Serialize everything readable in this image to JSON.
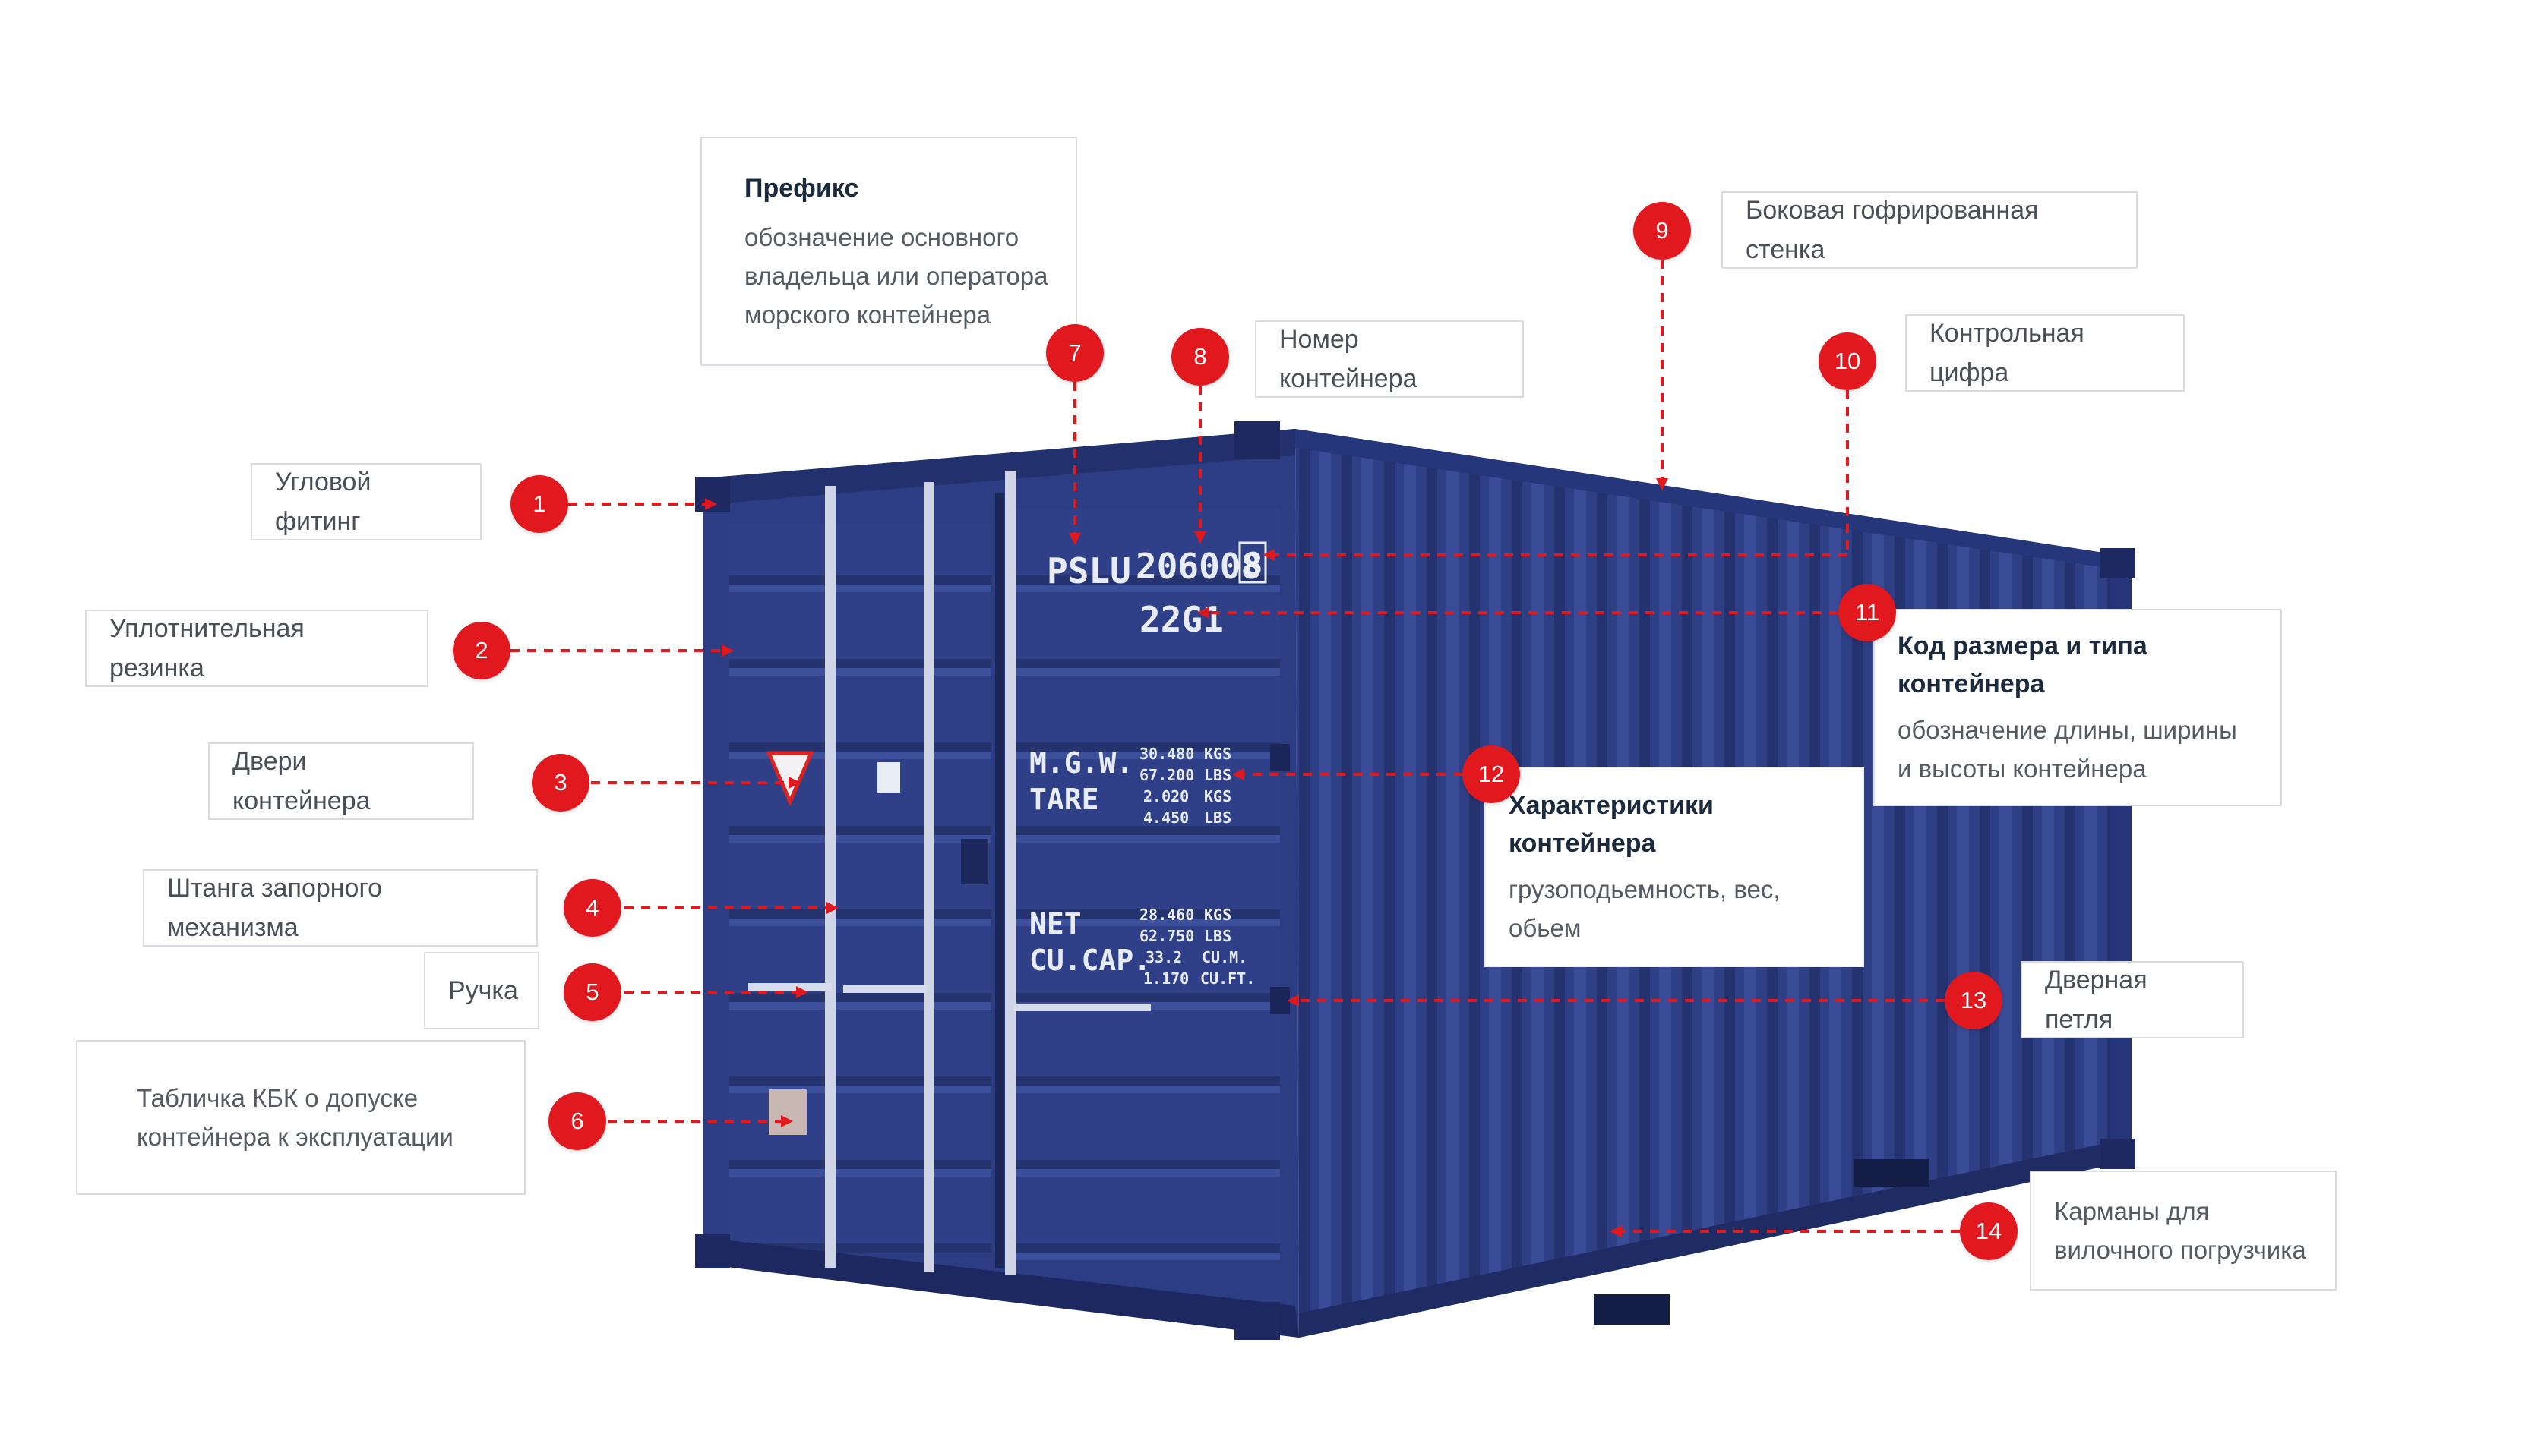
{
  "colors": {
    "accent": "#e1191e",
    "container_blue": "#2e3f86",
    "container_dark": "#1f2b63",
    "container_stencil": "#e8ecf6",
    "box_border": "#d9dde3"
  },
  "container_markings": {
    "prefix": "PSLU",
    "number": "206008",
    "check_digit": "8",
    "size_type": "22G1",
    "mgw_label": "M.G.W.",
    "tare_label": "TARE",
    "net_label": "NET",
    "cucap_label": "CU.CAP.",
    "mgw_kgs": "30.480",
    "mgw_lbs": "67.200",
    "tare_kgs": "2.020",
    "tare_lbs": "4.450",
    "net_kgs": "28.460",
    "net_lbs": "62.750",
    "cucap_m": "33.2",
    "cucap_ft": "1.170",
    "unit_kgs": "KGS",
    "unit_lbs": "LBS",
    "unit_cum": "CU.M.",
    "unit_cuft": "CU.FT."
  },
  "callouts": [
    {
      "num": "1",
      "label": "Угловой фитинг"
    },
    {
      "num": "2",
      "label": "Уплотнительная резинка"
    },
    {
      "num": "3",
      "label": "Двери контейнера"
    },
    {
      "num": "4",
      "label": "Штанга запорного механизма"
    },
    {
      "num": "5",
      "label": "Ручка"
    },
    {
      "num": "6",
      "label": [
        "Табличка КБК о допуске",
        "контейнера к эксплуатации"
      ]
    },
    {
      "num": "7",
      "title": "Префикс",
      "desc": [
        "обозначение основного",
        "владельца или оператора",
        "морского контейнера"
      ]
    },
    {
      "num": "8",
      "label": "Номер контейнера"
    },
    {
      "num": "9",
      "label": "Боковая гофрированная стенка"
    },
    {
      "num": "10",
      "label": "Контрольная цифра"
    },
    {
      "num": "11",
      "title": [
        "Код размера и типа",
        "контейнера"
      ],
      "desc": [
        "обозначение длины, ширины",
        "и высоты контейнера"
      ]
    },
    {
      "num": "12",
      "title": [
        "Характеристики",
        "контейнера"
      ],
      "desc": [
        "грузоподьемность, вес,",
        "обьем"
      ]
    },
    {
      "num": "13",
      "label": "Дверная петля"
    },
    {
      "num": "14",
      "label": [
        "Карманы для",
        "вилочного погрузчика"
      ]
    }
  ]
}
